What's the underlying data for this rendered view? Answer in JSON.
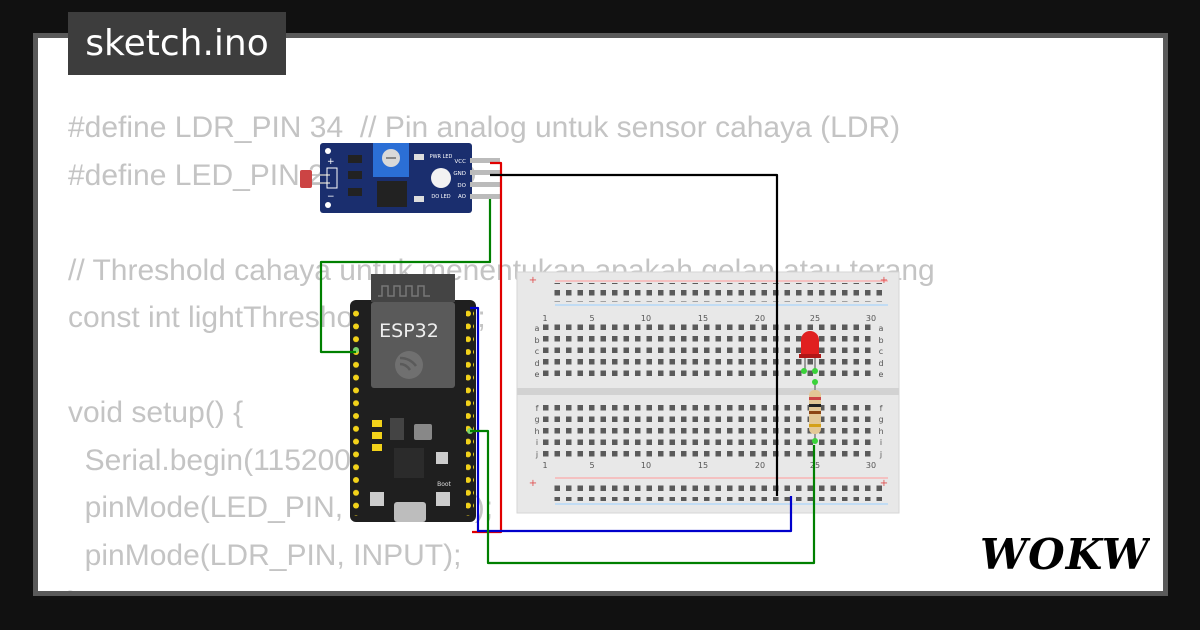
{
  "tab": {
    "filename": "sketch.ino"
  },
  "code_lines": [
    "#define LDR_PIN 34  // Pin analog untuk sensor cahaya (LDR)",
    "#define LED_PIN 2  // Pin LED",
    "",
    "// Threshold cahaya untuk menentukan apakah gelap atau terang",
    "const int lightThreshold = 2000;",
    "",
    "void setup() {",
    "  Serial.begin(115200);",
    "  pinMode(LED_PIN, OUTPUT);",
    "  pinMode(LDR_PIN, INPUT);",
    "}"
  ],
  "esp32": {
    "label": "ESP32",
    "boot_label": "Boot"
  },
  "ldr_module": {
    "labels": [
      "PWR LED",
      "VCC",
      "GND",
      "DO",
      "AO",
      "DO LED"
    ],
    "plus": "+",
    "minus": "−"
  },
  "breadboard": {
    "col_numbers": [
      "1",
      "5",
      "10",
      "15",
      "20",
      "25",
      "30"
    ],
    "row_letters_top": [
      "a",
      "b",
      "c",
      "d",
      "e"
    ],
    "row_letters_bottom": [
      "f",
      "g",
      "h",
      "i",
      "j"
    ],
    "plus": "+"
  },
  "logo": {
    "text": "WOKWi"
  },
  "colors": {
    "wire_red": "#e00000",
    "wire_black": "#000000",
    "wire_green": "#008000",
    "wire_blue": "#0000cc",
    "board_black": "#1f1f1f",
    "module_blue": "#1a2e6e",
    "led_red": "#e02020"
  }
}
